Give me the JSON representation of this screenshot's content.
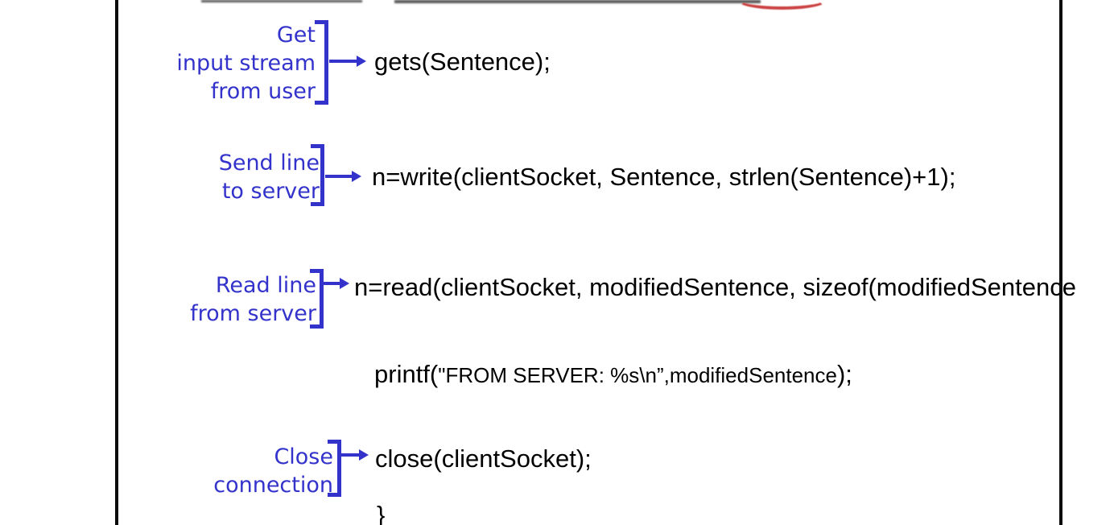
{
  "colors": {
    "annotation_blue": "#3333cc",
    "code_black": "#000000",
    "border_black": "#0b0b0b",
    "red_mark": "#cc4343"
  },
  "annotations": {
    "get_input": {
      "lines": [
        "Get",
        "input stream",
        "from user"
      ]
    },
    "send_line": {
      "lines": [
        "Send line",
        "to server"
      ]
    },
    "read_line": {
      "lines": [
        "Read line",
        "from server"
      ]
    },
    "close_conn": {
      "lines": [
        "Close",
        "connection"
      ]
    }
  },
  "code": {
    "gets": "gets(Sentence);",
    "write": "n=write(clientSocket, Sentence, strlen(Sentence)+1);",
    "read": "n=read(clientSocket, modifiedSentence, sizeof(modifiedSentence",
    "printf_prefix": "printf(",
    "printf_middle": "\"FROM SERVER: %s\\n”,modifiedSentence",
    "printf_suffix": ");",
    "close": "close(clientSocket);",
    "closing_brace": "}"
  }
}
